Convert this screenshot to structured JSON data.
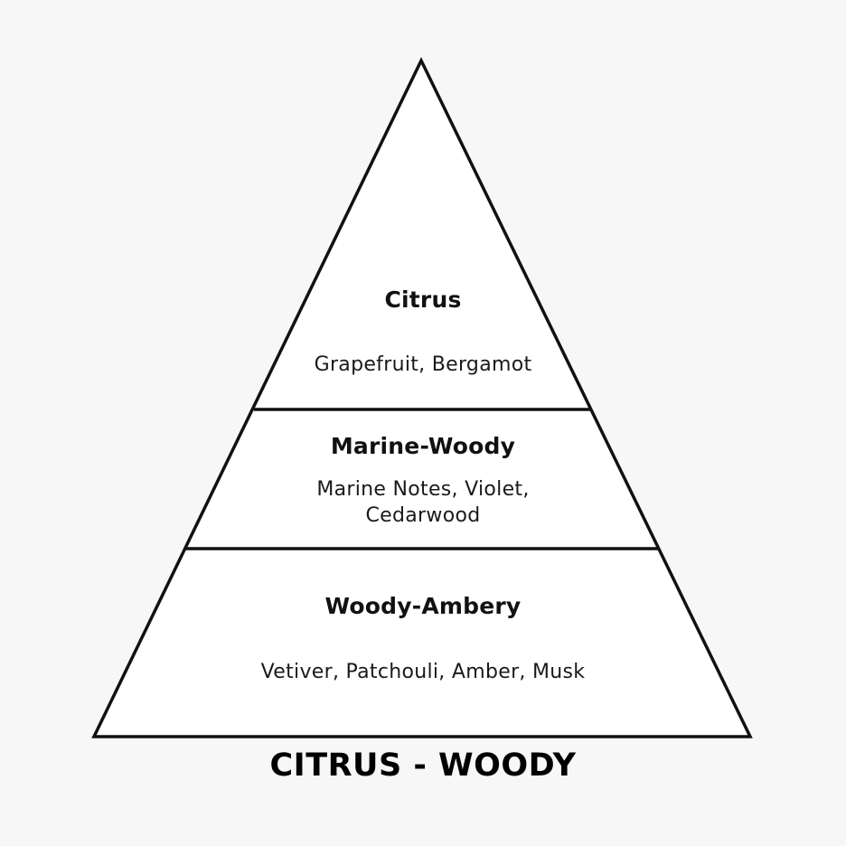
{
  "pyramid": {
    "tiers": [
      {
        "title": "Citrus",
        "notes": "Grapefruit, Bergamot"
      },
      {
        "title": "Marine-Woody",
        "notes": "Marine Notes, Violet, Cedarwood"
      },
      {
        "title": "Woody-Ambery",
        "notes": "Vetiver, Patchouli, Amber, Musk"
      }
    ]
  },
  "caption": "CITRUS - WOODY",
  "colors": {
    "background": "#f7f7f8",
    "fill": "#ffffff",
    "stroke": "#111111",
    "text": "#111111"
  }
}
